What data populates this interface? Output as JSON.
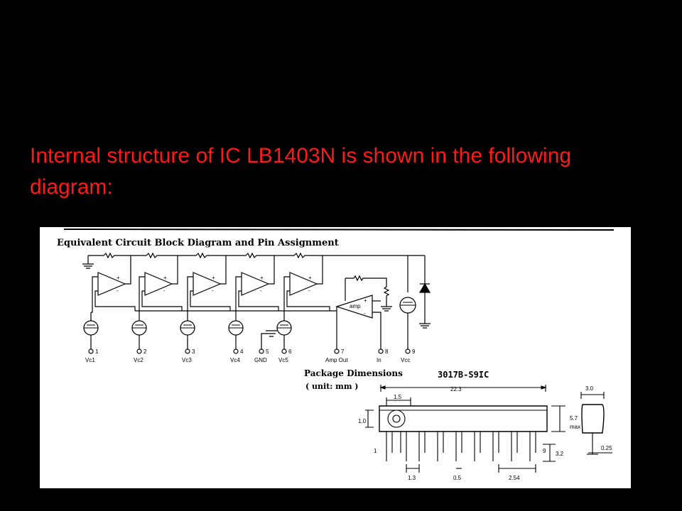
{
  "slide": {
    "caption": "Internal structure of IC LB1403N is shown in the following diagram:",
    "caption_color": "#ff1a1a",
    "background": "#000000"
  },
  "diagram": {
    "heading": "Equivalent Circuit Block Diagram and Pin Assignment",
    "amp_label": "amp",
    "pins": [
      {
        "number": "1",
        "name": "Vc1"
      },
      {
        "number": "2",
        "name": "Vc2"
      },
      {
        "number": "3",
        "name": "Vc3"
      },
      {
        "number": "4",
        "name": "Vc4"
      },
      {
        "number": "5",
        "name": "GND"
      },
      {
        "number": "6",
        "name": "Vc5"
      },
      {
        "number": "7",
        "name": "Amp Out"
      },
      {
        "number": "8",
        "name": "In"
      },
      {
        "number": "9",
        "name": "Vcc"
      }
    ]
  },
  "package": {
    "title": "Package Dimensions",
    "unit": "( unit: mm )",
    "code": "3017B-S9IC",
    "dims": {
      "length": "22.3",
      "offset": "1.5",
      "height": "5.7",
      "height_note": "max",
      "hole": "1.0",
      "depth": "3.0",
      "lead_len": "3.2",
      "lead_pitch": "1.3",
      "lead_width": "0.5",
      "pin_spacing": "2.54",
      "lead_thick": "0.25",
      "pin_count": "9",
      "first_pin": "1"
    }
  }
}
